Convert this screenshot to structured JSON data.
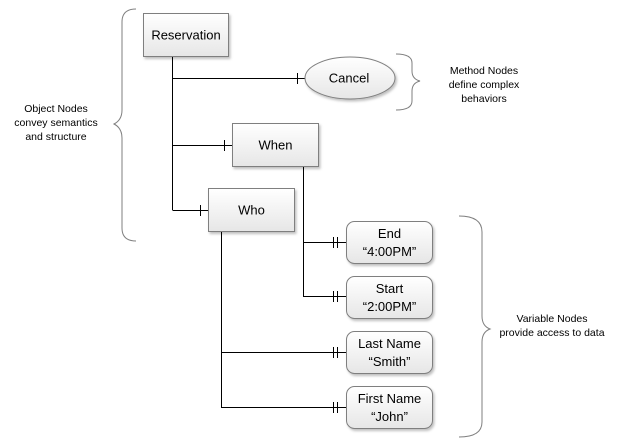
{
  "diagram": {
    "object_nodes": {
      "reservation": "Reservation",
      "when": "When",
      "who": "Who"
    },
    "method_nodes": {
      "cancel": "Cancel"
    },
    "variable_nodes": [
      {
        "name": "End",
        "value": "“4:00PM”"
      },
      {
        "name": "Start",
        "value": "“2:00PM”"
      },
      {
        "name": "Last Name",
        "value": "“Smith”"
      },
      {
        "name": "First Name",
        "value": "“John”"
      }
    ],
    "annotations": {
      "object_nodes": [
        "Object Nodes",
        "convey semantics",
        "and structure"
      ],
      "method_nodes": [
        "Method Nodes",
        "define complex",
        "behaviors"
      ],
      "variable_nodes": [
        "Variable Nodes",
        "provide access to data"
      ]
    },
    "colors": {
      "box_fill_top": "#ffffff",
      "box_fill_bottom": "#e9e9e9",
      "stroke": "#7f7f7f",
      "connector": "#000000"
    }
  }
}
